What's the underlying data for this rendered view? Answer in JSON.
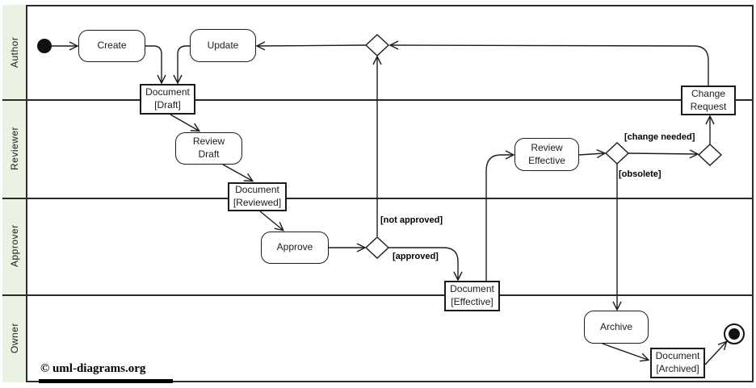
{
  "lanes": [
    {
      "label": "Author"
    },
    {
      "label": "Reviewer"
    },
    {
      "label": "Approver"
    },
    {
      "label": "Owner"
    }
  ],
  "nodes": {
    "create": {
      "label": "Create"
    },
    "update": {
      "label": "Update"
    },
    "document_draft": {
      "label": "Document\n[Draft]"
    },
    "change_request": {
      "label": "Change\nRequest"
    },
    "review_draft": {
      "label": "Review\nDraft"
    },
    "document_reviewed": {
      "label": "Document\n[Reviewed]"
    },
    "review_effective": {
      "label": "Review\nEffective"
    },
    "approve": {
      "label": "Approve"
    },
    "document_effective": {
      "label": "Document\n[Effective]"
    },
    "archive": {
      "label": "Archive"
    },
    "document_archived": {
      "label": "Document\n[Archived]"
    }
  },
  "guards": {
    "not_approved": "[not approved]",
    "approved": "[approved]",
    "change_needed": "[change needed]",
    "obsolete": "[obsolete]"
  },
  "footer": {
    "copyright": "© uml-diagrams.org"
  },
  "colors": {
    "lane_label_fill": "#eaf2e2",
    "line": "#1c1c1c",
    "node_fill": "#ffffff"
  }
}
